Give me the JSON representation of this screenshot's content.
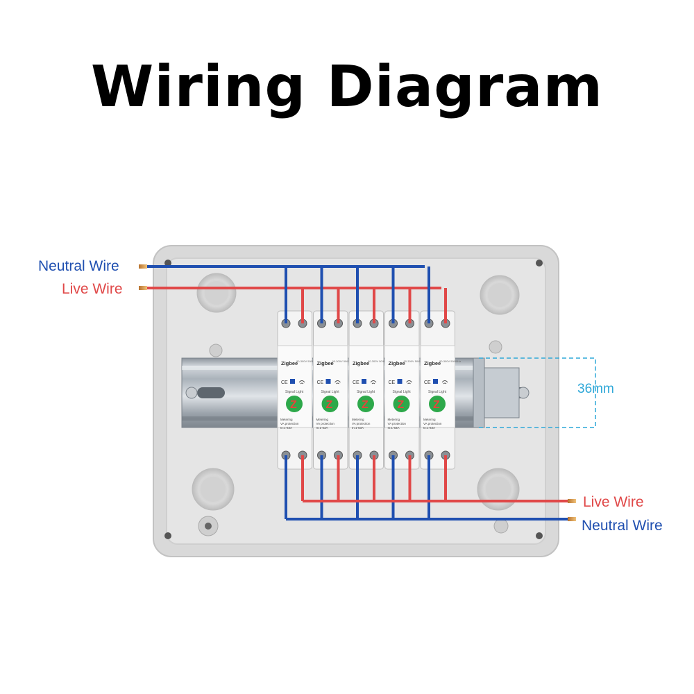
{
  "title": "Wiring Diagram",
  "labels": {
    "neutral_top": "Neutral Wire",
    "live_top": "Live Wire",
    "live_bottom": "Live Wire",
    "neutral_bottom": "Neutral Wire",
    "rail_height": "36mm"
  },
  "module": {
    "brand": "Zigbee",
    "rating": "90-300V 50/60Hz",
    "signal": "Signal Light",
    "feature1": "Metering",
    "feature2": "VA protection",
    "feature3": "In:1-63A",
    "count": 5
  },
  "colors": {
    "neutral": "#1f4fb0",
    "live": "#e04848",
    "dimension": "#2fa8d8",
    "module_logo": "#2da84a",
    "module_logo_letter": "#e8433a"
  }
}
